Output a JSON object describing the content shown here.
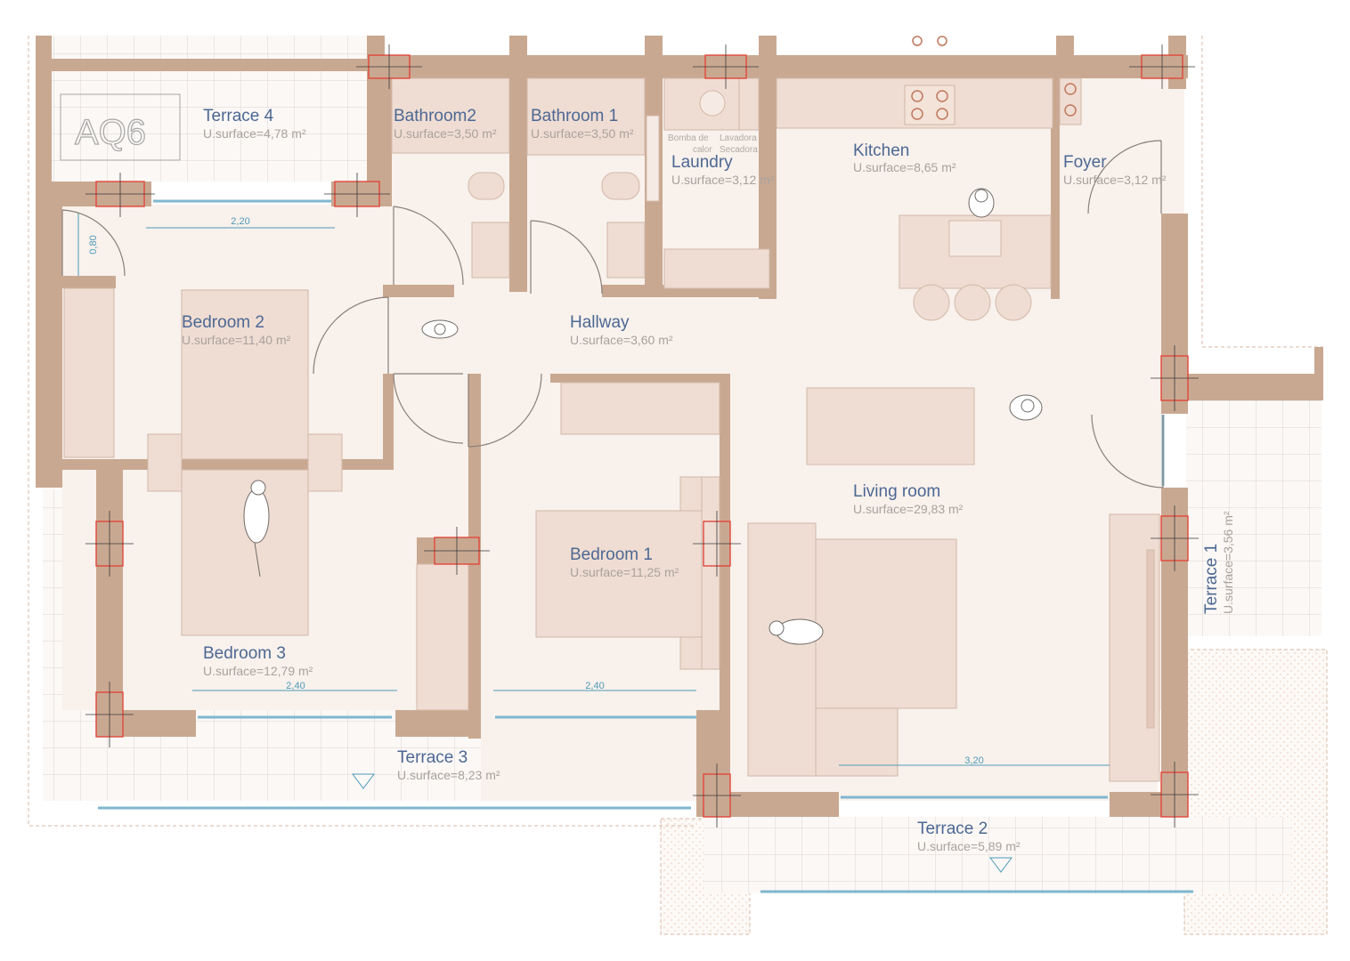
{
  "colors": {
    "floor": "#f8f1ec",
    "wall": "#c9a891",
    "furniture": "#efddd3",
    "furniture_stroke": "#d2b8a8",
    "terrace_tile": "#dcd6d1",
    "room_label": "#4d6893",
    "area_label": "#a9a29c",
    "dimension": "#4f9ab8",
    "column_mark": "#e0473a",
    "glazing": "#7fb7cf"
  },
  "rooms": {
    "terrace4": {
      "name": "Terrace 4",
      "area": "U.surface=4,78 m²"
    },
    "bathroom2": {
      "name": "Bathroom2",
      "area": "U.surface=3,50 m²"
    },
    "bathroom1": {
      "name": "Bathroom 1",
      "area": "U.surface=3,50 m²"
    },
    "laundry": {
      "name": "Laundry",
      "area": "U.surface=3,12 m²"
    },
    "kitchen": {
      "name": "Kitchen",
      "area": "U.surface=8,65 m²"
    },
    "foyer": {
      "name": "Foyer",
      "area": "U.surface=3,12 m²"
    },
    "bedroom2": {
      "name": "Bedroom 2",
      "area": "U.surface=11,40 m²"
    },
    "hallway": {
      "name": "Hallway",
      "area": "U.surface=3,60 m²"
    },
    "living": {
      "name": "Living room",
      "area": "U.surface=29,83 m²"
    },
    "bedroom1": {
      "name": "Bedroom 1",
      "area": "U.surface=11,25 m²"
    },
    "bedroom3": {
      "name": "Bedroom 3",
      "area": "U.surface=12,79 m²"
    },
    "terrace3": {
      "name": "Terrace 3",
      "area": "U.surface=8,23 m²"
    },
    "terrace2": {
      "name": "Terrace 2",
      "area": "U.surface=5,89 m²"
    },
    "terrace1": {
      "name": "Terrace 1",
      "area": "U.surface=3,56 m²"
    }
  },
  "appliance_labels": {
    "heat_pump_line1": "Bomba de",
    "heat_pump_line2": "calor",
    "washer_line1": "Lavadora",
    "washer_line2": "Secadora"
  },
  "dimensions": {
    "terrace4_window": "2,20",
    "bedroom2_side": "0,80",
    "bedroom3_window": "2,40",
    "bedroom1_window": "2,40",
    "living_window": "3,20"
  },
  "logo": {
    "text": "AQ6"
  }
}
